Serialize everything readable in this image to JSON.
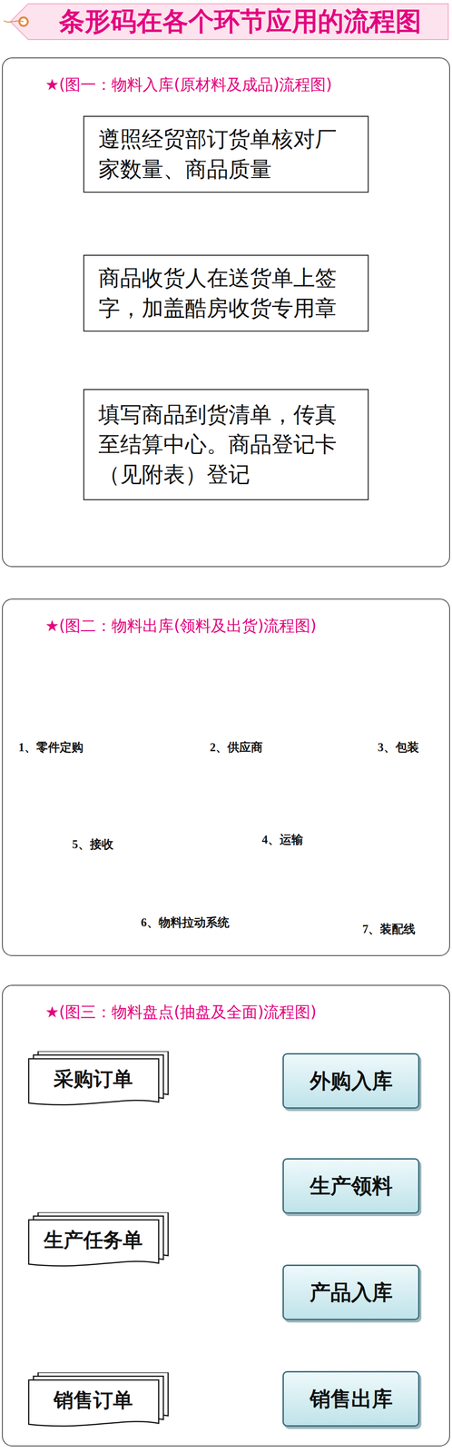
{
  "diagram": {
    "title": "条形码在各个环节应用的流程图",
    "nodes": [
      {
        "text": [
          "★(图一：物料入库(原材料及成品)流程图)"
        ]
      },
      {
        "text": [
          "遵照经贸部订货单核对厂家数量、商品质量"
        ],
        "in": 0
      },
      {
        "text": [
          "商品收货人在送货单上签字，加盖酷房收货专用章"
        ],
        "in": 0
      },
      {
        "text": [
          "填写商品到货清单，传真至结算中心。商品登记卡（见附表）登记"
        ],
        "in": 0
      },
      {
        "text": [
          "★(图二：物料出库(领料及出货)流程图)"
        ]
      },
      {
        "text": [
          "★(图三：物料盘点(抽盘及全面)流程图)"
        ]
      },
      {
        "text": [
          "采购订单"
        ],
        "in": 5
      },
      {
        "text": [
          "外购入库"
        ],
        "in": 5
      },
      {
        "text": [
          "生产领料"
        ],
        "in": 5
      },
      {
        "text": [
          "生产任务单"
        ],
        "in": 5
      },
      {
        "text": [
          "产品入库"
        ],
        "in": 5
      },
      {
        "text": [
          "销售订单"
        ],
        "in": 5
      },
      {
        "text": [
          "销售出库"
        ],
        "in": 5
      }
    ],
    "edges": [
      {
        "from": 1,
        "to": 2,
        "arrow": "to"
      },
      {
        "from": 2,
        "to": 3,
        "arrow": "to"
      },
      {
        "from": 6,
        "to": 7,
        "arrow": "to"
      },
      {
        "from": 7,
        "to": 8,
        "arrow": "to"
      },
      {
        "from": 9,
        "to": 8,
        "arrow": "to"
      },
      {
        "from": 9,
        "to": 10,
        "arrow": "to"
      },
      {
        "from": 8,
        "to": 10,
        "arrow": "to"
      },
      {
        "from": 10,
        "to": 12,
        "arrow": "to"
      },
      {
        "from": 11,
        "to": 12,
        "arrow": "to"
      }
    ],
    "labels": [
      "1、零件定购",
      "2、供应商",
      "3、包装",
      "4、运输",
      "5、接收",
      "6、物料拉动系统",
      "7、装配线"
    ]
  }
}
